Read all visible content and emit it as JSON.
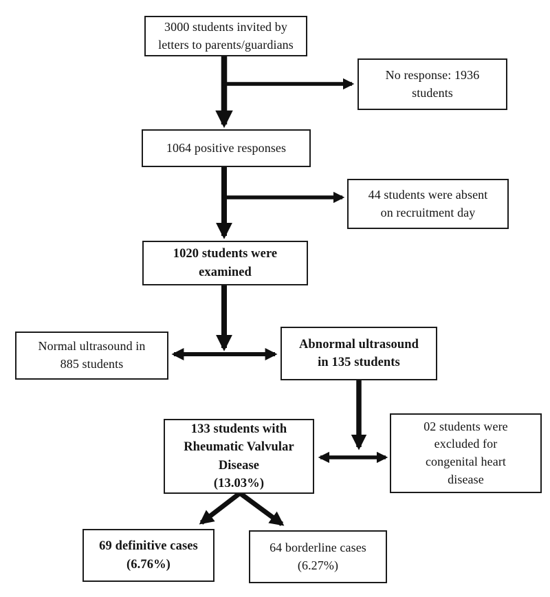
{
  "figure": {
    "type": "flowchart",
    "background_color": "#ffffff",
    "line_color": "#0f0f0f",
    "box_border_color": "#1b1b1b",
    "text_color": "#141414"
  },
  "boxes": {
    "invited": {
      "text": "3000 students invited by\nletters to parents/guardians",
      "emphasis": "regular"
    },
    "no_response": {
      "text": "No response: 1936\nstudents",
      "emphasis": "regular"
    },
    "positive": {
      "text": "1064 positive responses",
      "emphasis": "regular"
    },
    "absent": {
      "text": "44 students were absent\non recruitment day",
      "emphasis": "regular"
    },
    "examined": {
      "text": "1020 students were\nexamined",
      "emphasis": "bold"
    },
    "normal": {
      "text": "Normal ultrasound in\n885 students",
      "emphasis": "regular"
    },
    "abnormal": {
      "text": "Abnormal ultrasound\nin 135 students",
      "emphasis": "bold"
    },
    "rvd": {
      "text": "133 students with\nRheumatic Valvular\nDisease\n(13.03%)",
      "emphasis": "bold"
    },
    "excluded": {
      "text": "02 students were\nexcluded for\ncongenital heart\ndisease",
      "emphasis": "regular"
    },
    "definitive": {
      "text": "69 definitive cases\n(6.76%)",
      "emphasis": "bold"
    },
    "borderline": {
      "text": "64 borderline cases\n(6.27%)",
      "emphasis": "regular"
    }
  },
  "values": {
    "invited_count": 3000,
    "no_response_count": 1936,
    "positive_responses": 1064,
    "absent_count": 44,
    "examined_count": 1020,
    "normal_ultrasound": 885,
    "abnormal_ultrasound": 135,
    "rheumatic_valvular_disease": 133,
    "rvd_percent": "13.03%",
    "excluded_congenital": 2,
    "definitive_cases": 69,
    "definitive_percent": "6.76%",
    "borderline_cases": 64,
    "borderline_percent": "6.27%"
  }
}
